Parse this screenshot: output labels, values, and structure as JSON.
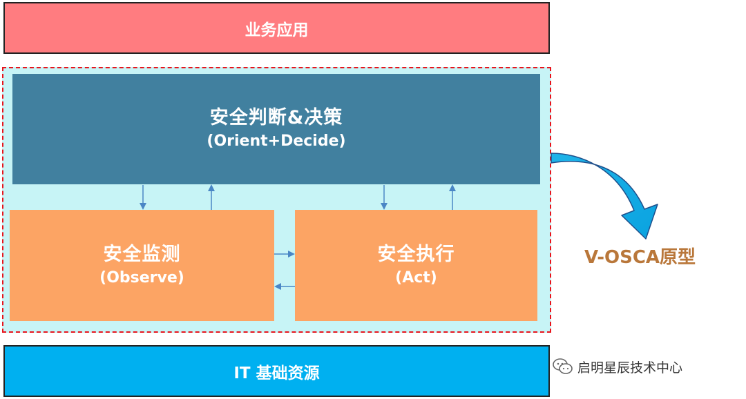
{
  "diagram": {
    "business_layer": {
      "label": "业务应用"
    },
    "core": {
      "decide": {
        "title": "安全判断&决策",
        "subtitle": "(Orient+Decide)"
      },
      "observe": {
        "title": "安全监测",
        "subtitle": "(Observe)"
      },
      "act": {
        "title": "安全执行",
        "subtitle": "(Act)"
      }
    },
    "infrastructure_layer": {
      "label": "IT 基础资源"
    },
    "model_label": "V-OSCA原型",
    "watermark": {
      "text": "启明星辰技术中心",
      "icon": "wechat-icon"
    }
  },
  "colors": {
    "business": "#ff7c80",
    "decide": "#41809f",
    "observe_act": "#fca464",
    "infrastructure": "#00b0f0",
    "core_background": "#c7f4f6",
    "dashed_border": "#e8131b",
    "connector": "#4a86c5",
    "big_arrow": "#1fb3e8",
    "label": "#b9773a"
  }
}
